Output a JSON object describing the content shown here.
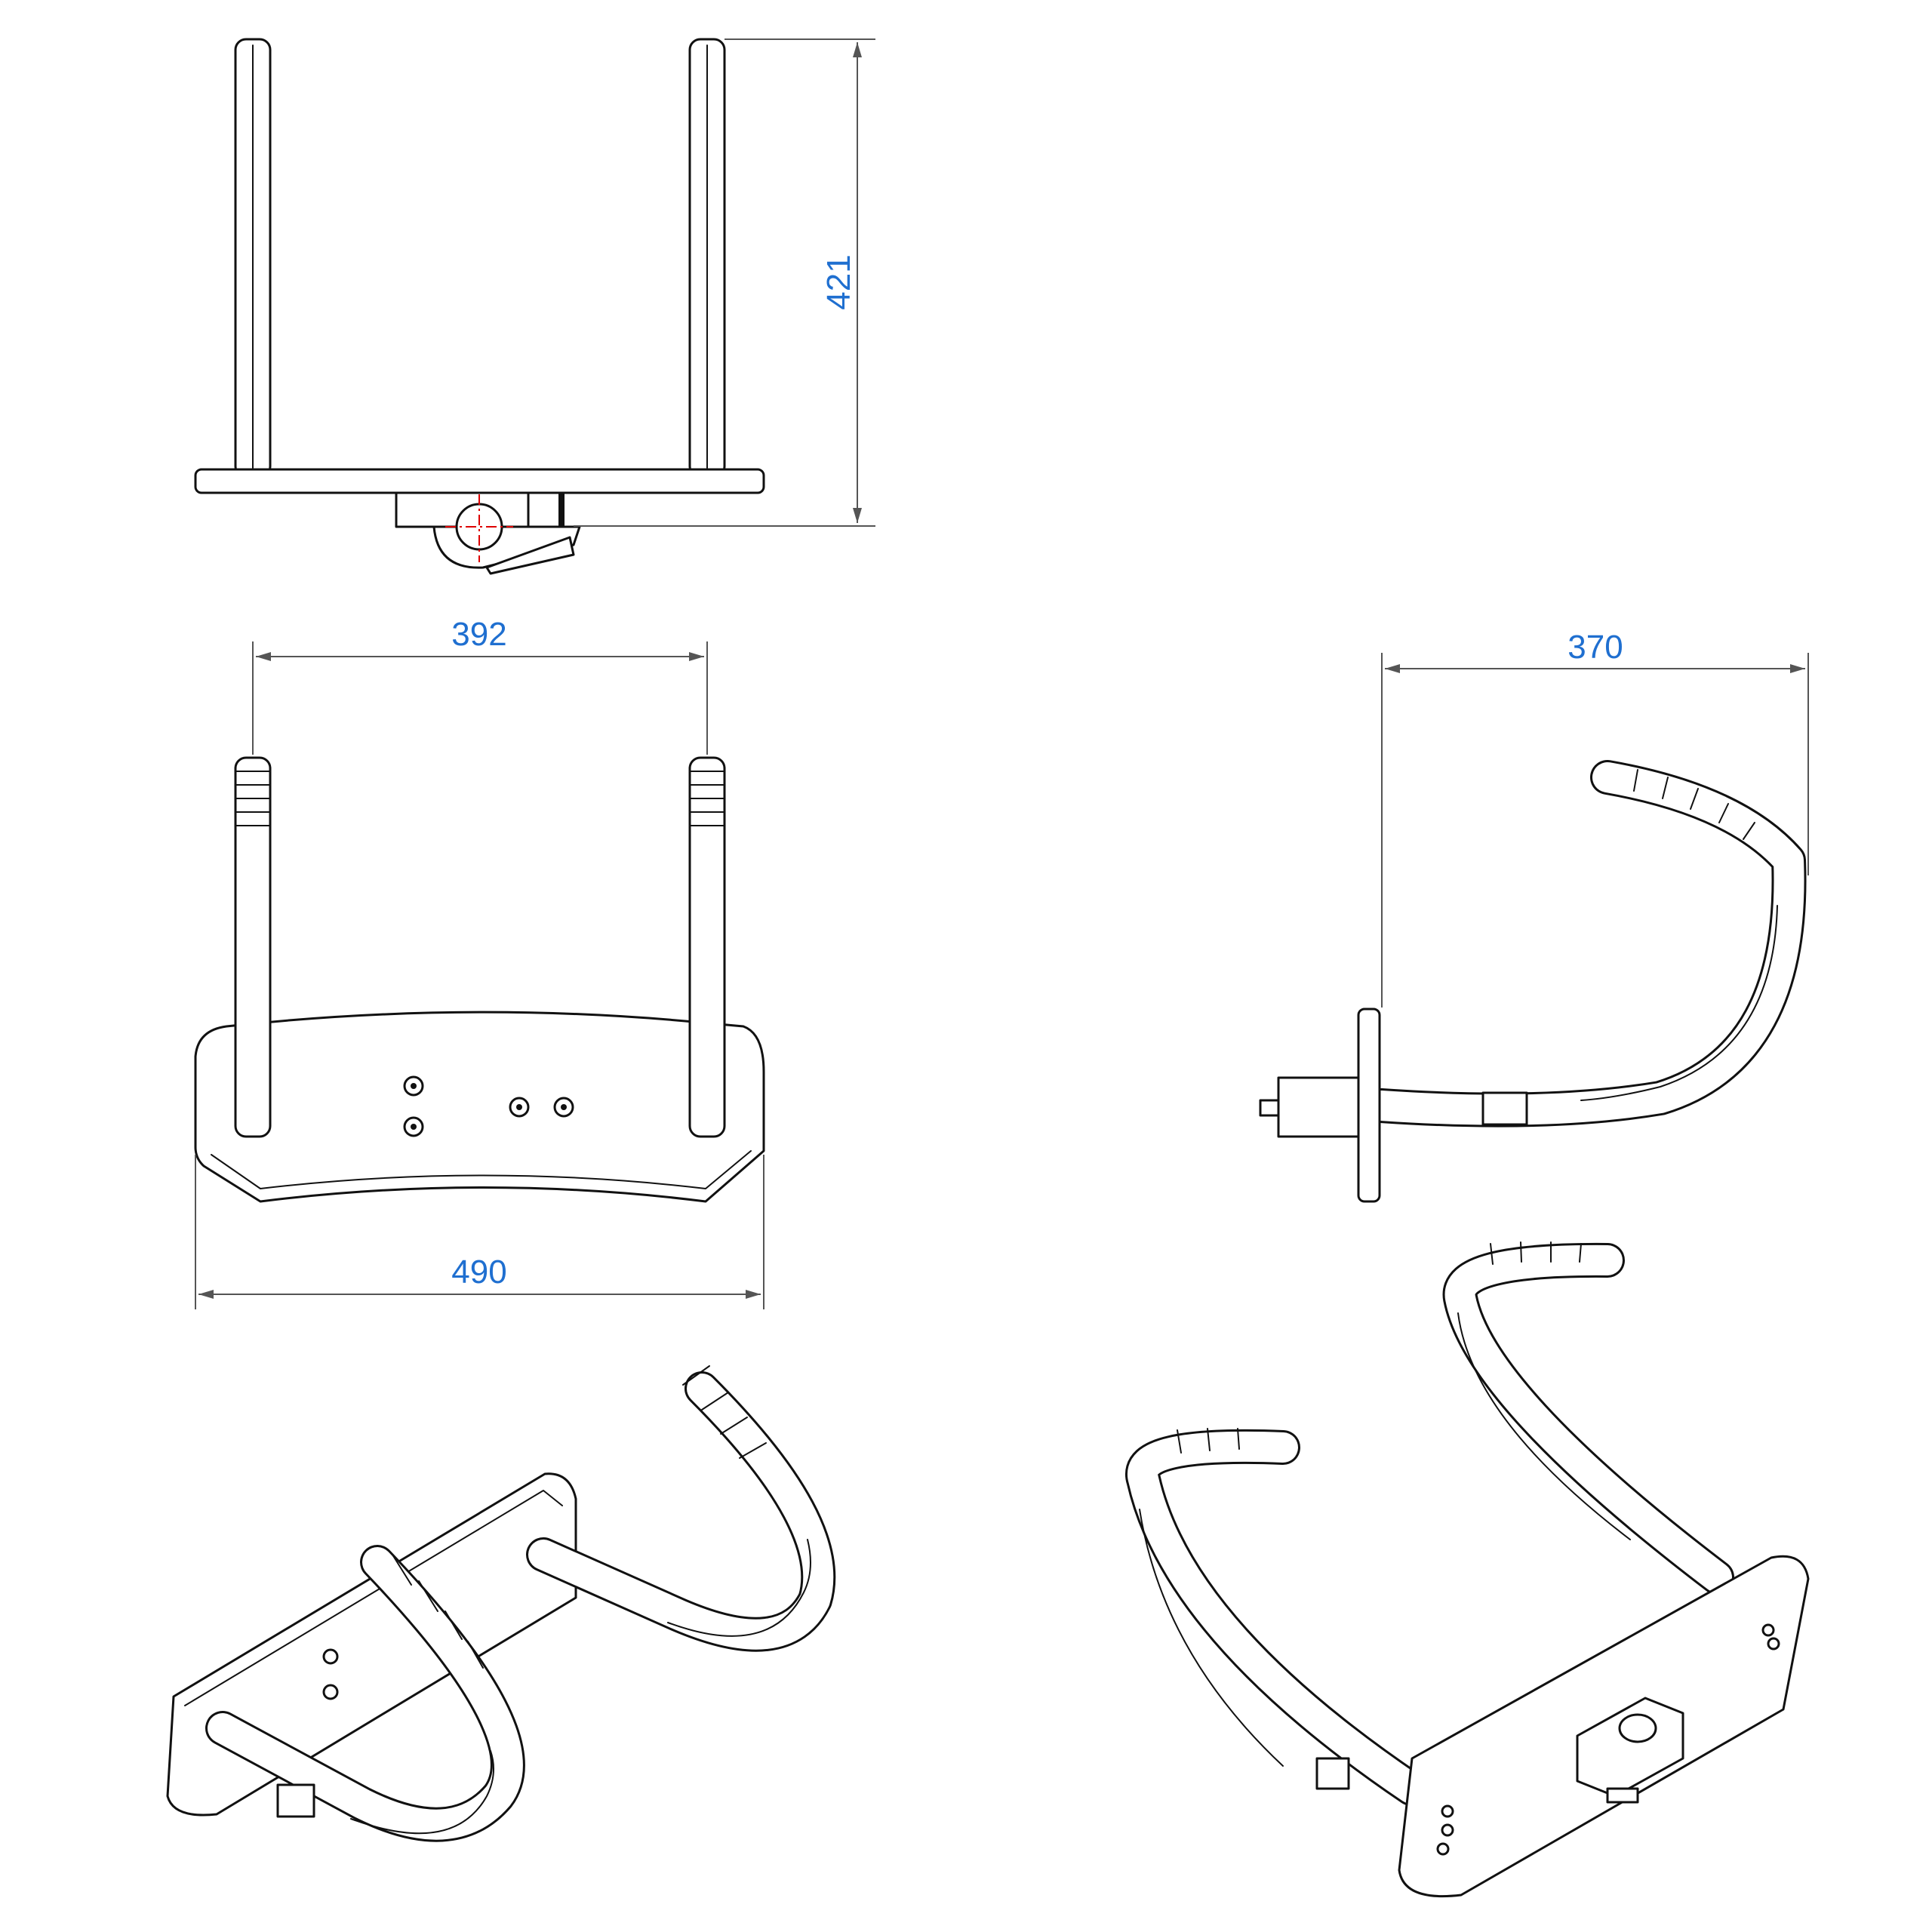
{
  "dimensions": {
    "height": "421",
    "post_spacing": "392",
    "depth": "370",
    "width": "490"
  },
  "colors": {
    "dimension_text": "#1f6fd0",
    "centerline": "#dd0000",
    "outline": "#111111"
  }
}
